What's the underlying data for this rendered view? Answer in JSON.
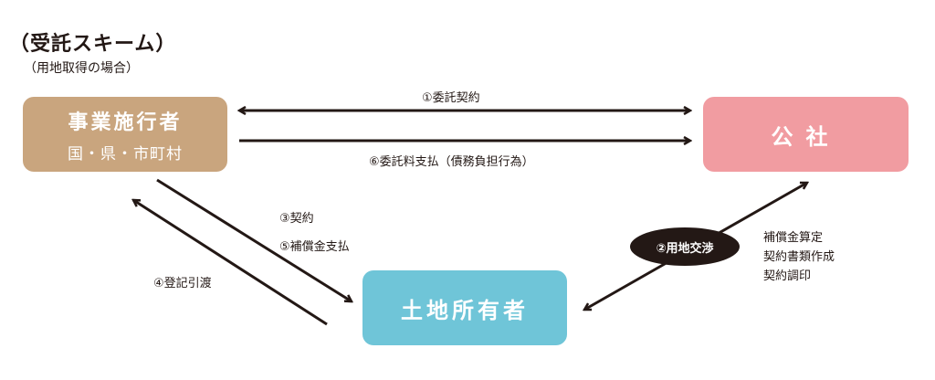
{
  "header": {
    "title": "（受託スキーム）",
    "subtitle": "（用地取得の場合）"
  },
  "nodes": {
    "executor": {
      "name": "事業施行者",
      "sub": "国・県・市町村"
    },
    "kosha": {
      "name": "公社"
    },
    "owner": {
      "name": "土地所有者"
    }
  },
  "edges": {
    "contract_1": "①委託契約",
    "negotiation_2": "②用地交渉",
    "contract_3": "③契約",
    "registration_4": "④登記引渡",
    "compensation_5": "⑤補償金支払",
    "fee_6": "⑥委託料支払（債務負担行為）"
  },
  "tasks": [
    "補償金算定",
    "契約書類作成",
    "契約調印"
  ],
  "colors": {
    "executor": "#c9a57e",
    "kosha": "#f19ca1",
    "owner": "#6fc5d8",
    "ink": "#231815"
  }
}
